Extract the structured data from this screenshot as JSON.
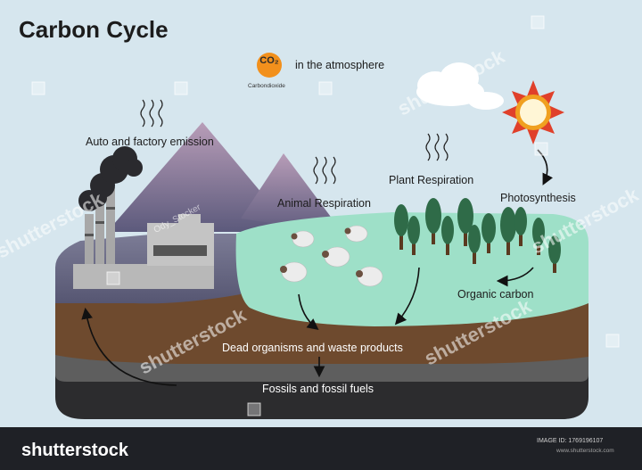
{
  "title": "Carbon Cycle",
  "co2": {
    "formula": "CO₂",
    "caption": "Carbondioxide",
    "label": "in the atmosphere"
  },
  "labels": {
    "factory_emission": "Auto and factory emission",
    "animal_respiration": "Animal Respiration",
    "plant_respiration": "Plant Respiration",
    "photosynthesis": "Photosynthesis",
    "organic_carbon": "Organic carbon",
    "dead_organisms": "Dead organisms and waste products",
    "fossils": "Fossils and fossil fuels"
  },
  "watermark": {
    "text": "shutterstock",
    "author": "Ody_Stocker"
  },
  "footer": {
    "brand": "shutterstock",
    "image_id": "IMAGE ID: 1769196107",
    "site": "www.shutterstock.com"
  },
  "colors": {
    "sky": "#d6e6ee",
    "grass": "#9ee0c8",
    "soil": "#6e4a2e",
    "rock": "#5e5e5e",
    "fossil_layer": "#2c2c2e",
    "mountain": "#6c6a86",
    "co2_badge": "#f2901c",
    "sun": "#f0a020",
    "tree": "#2f6b48",
    "footer": "#1f2126"
  }
}
